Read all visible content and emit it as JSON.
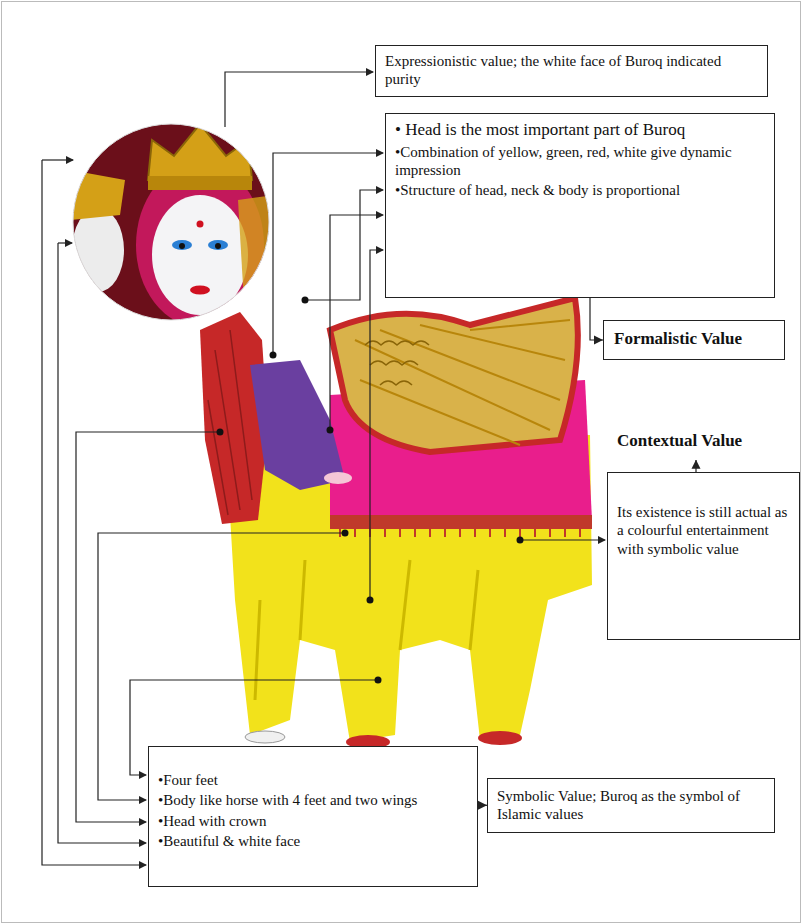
{
  "diagram": {
    "nodes": [
      {
        "text": [
          "Expressionistic value; the white face of Buroq indicated purity"
        ]
      },
      {
        "text": [
          "• Head is the most important part of Buroq",
          "•Combination of yellow, green, red, white give dynamic impression",
          "•Structure of head, neck & body is proportional"
        ]
      },
      {
        "text": [
          "Formalistic Value"
        ]
      },
      {
        "text": [
          "Contextual Value"
        ]
      },
      {
        "text": [
          "Its existence is still actual as a colourful entertainment with symbolic value"
        ]
      },
      {
        "text": [
          "•Four feet",
          "•Body like horse with 4 feet and two wings",
          "•Head with crown",
          "•Beautiful & white face"
        ]
      },
      {
        "text": [
          "Symbolic Value; Buroq as the symbol of Islamic values"
        ]
      }
    ],
    "edges": [
      {
        "from": 1,
        "to": 2,
        "arrow": "to"
      },
      {
        "from": 4,
        "to": 3,
        "arrow": "to"
      },
      {
        "from": 5,
        "to": 6,
        "arrow": "to"
      }
    ]
  }
}
